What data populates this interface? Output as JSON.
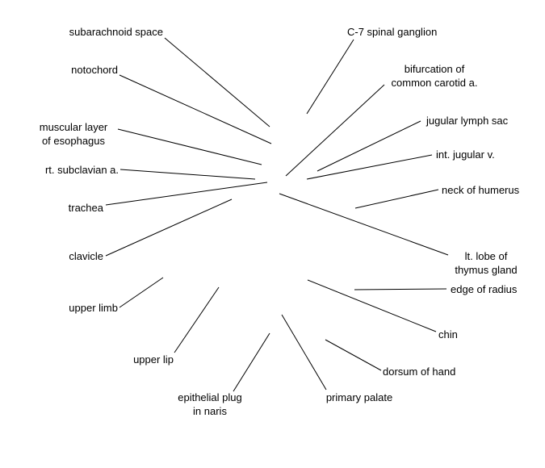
{
  "labels": {
    "subarachnoid_space": [
      "subarachnoid space"
    ],
    "notochord": [
      "notochord"
    ],
    "muscular_layer": [
      "muscular layer",
      "of esophagus"
    ],
    "rt_subclavian": [
      "rt. subclavian a."
    ],
    "trachea": [
      "trachea"
    ],
    "clavicle": [
      "clavicle"
    ],
    "upper_limb": [
      "upper limb"
    ],
    "upper_lip": [
      "upper lip"
    ],
    "epithelial_plug": [
      "epithelial plug",
      "in naris"
    ],
    "primary_palate": [
      "primary palate"
    ],
    "dorsum_of_hand": [
      "dorsum of hand"
    ],
    "chin": [
      "chin"
    ],
    "edge_of_radius": [
      "edge of radius"
    ],
    "thymus": [
      "lt. lobe of",
      "thymus gland"
    ],
    "neck_of_humerus": [
      "neck of humerus"
    ],
    "int_jugular": [
      "int. jugular v."
    ],
    "jugular_lymph_sac": [
      "jugular lymph sac"
    ],
    "bifurcation": [
      "bifurcation of",
      "common carotid a."
    ],
    "c7_ganglion": [
      "C-7 spinal ganglion"
    ]
  }
}
